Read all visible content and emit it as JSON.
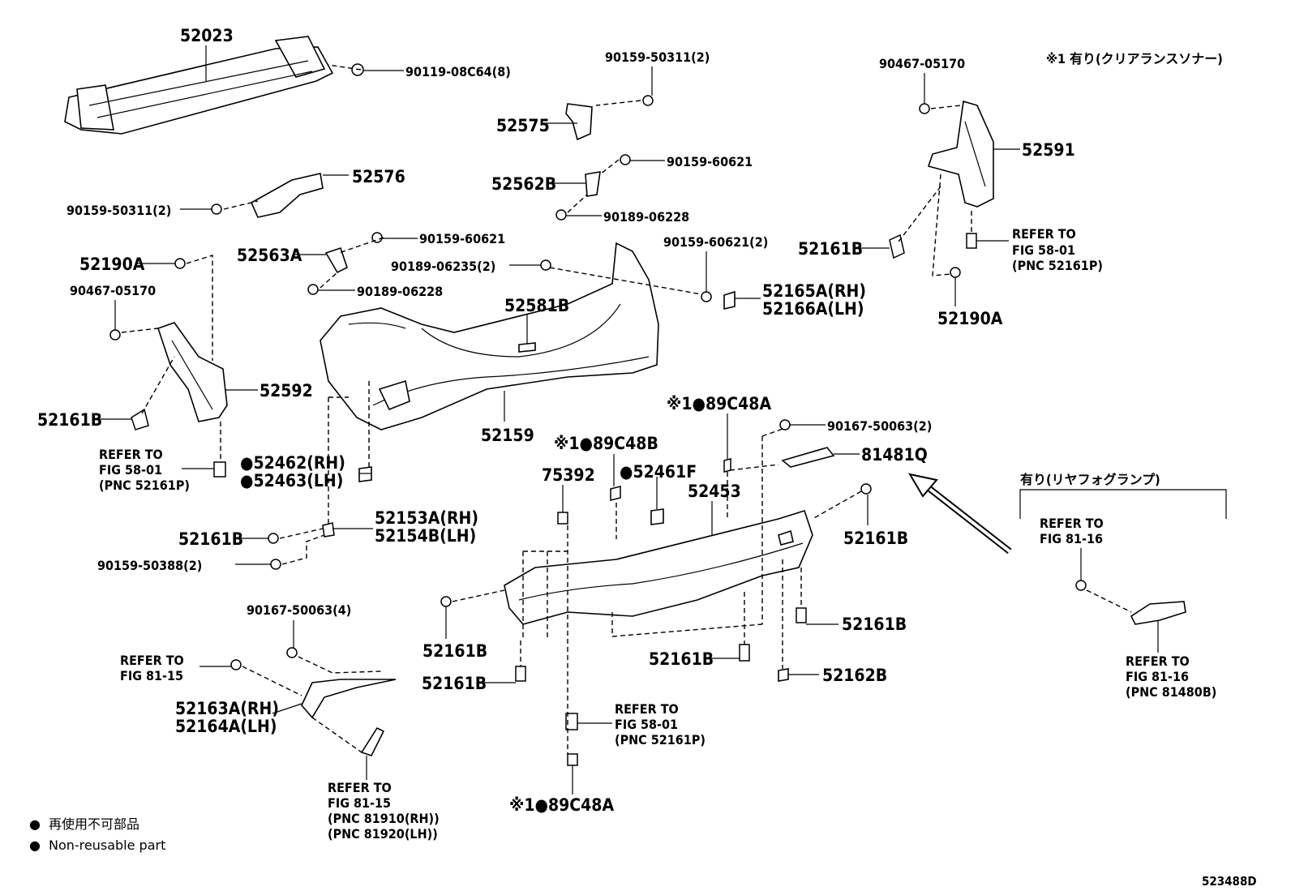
{
  "diagram_id": "523488D",
  "header_note": "※1 有り(クリアランスソナー)",
  "fog_lamp_note": "有り(リヤフォグランプ)",
  "legend": [
    {
      "symbol": "●",
      "text": "再使用不可部品"
    },
    {
      "symbol": "●",
      "text": "Non-reusable part"
    }
  ],
  "labels": {
    "p52023": "52023",
    "f90119": "90119-08C64(8)",
    "f90159_50311_a": "90159-50311(2)",
    "p52575": "52575",
    "f90467_a": "90467-05170",
    "p52591": "52591",
    "p52576": "52576",
    "p52562B": "52562B",
    "f90159_60621_a": "90159-60621",
    "f90159_50311_b": "90159-50311(2)",
    "f90189_06228_a": "90189-06228",
    "p52161B_a": "52161B",
    "refer_a1": "REFER TO",
    "refer_a2": "FIG 58-01",
    "refer_a3": "(PNC 52161P)",
    "p52563A": "52563A",
    "f90159_60621_b": "90159-60621",
    "f90159_60621_c": "90159-60621(2)",
    "p52190A_a": "52190A",
    "f90189_06235": "90189-06235(2)",
    "p52165A": "52165A(RH)",
    "p52166A": "52166A(LH)",
    "f90189_06228_b": "90189-06228",
    "p52190A_b": "52190A",
    "f90467_b": "90467-05170",
    "p52581B": "52581B",
    "p52592": "52592",
    "p52161B_b": "52161B",
    "p52159": "52159",
    "note89C48A_a": "※1●89C48A",
    "f90167_50063_a": "90167-50063(2)",
    "refer_b1": "REFER TO",
    "refer_b2": "FIG 58-01",
    "refer_b3": "(PNC 52161P)",
    "note89C48B": "※1●89C48B",
    "p81481Q": "81481Q",
    "p52462": "●52462(RH)",
    "p52463": "●52463(LH)",
    "p75392": "75392",
    "p52461F": "●52461F",
    "p52453": "52453",
    "p52153A": "52153A(RH)",
    "p52154B": "52154B(LH)",
    "p52161B_c": "52161B",
    "p52161B_d": "52161B",
    "f90159_50388": "90159-50388(2)",
    "refer_c1": "REFER TO",
    "refer_c2": "FIG 81-16",
    "f90167_50063_b": "90167-50063(4)",
    "p52161B_e": "52161B",
    "p52161B_f": "52161B",
    "refer_d1": "REFER TO",
    "refer_d2": "FIG 81-15",
    "p52161B_g": "52161B",
    "p52162B": "52162B",
    "p52161B_h": "52161B",
    "refer_e1": "REFER TO",
    "refer_e2": "FIG 81-16",
    "refer_e3": "(PNC 81480B)",
    "p52163A": "52163A(RH)",
    "p52164A": "52164A(LH)",
    "refer_f1": "REFER TO",
    "refer_f2": "FIG 58-01",
    "refer_f3": "(PNC 52161P)",
    "refer_g1": "REFER TO",
    "refer_g2": "FIG 81-15",
    "refer_g3": "(PNC 81910(RH))",
    "refer_g4": "(PNC 81920(LH))",
    "note89C48A_b": "※1●89C48A"
  }
}
